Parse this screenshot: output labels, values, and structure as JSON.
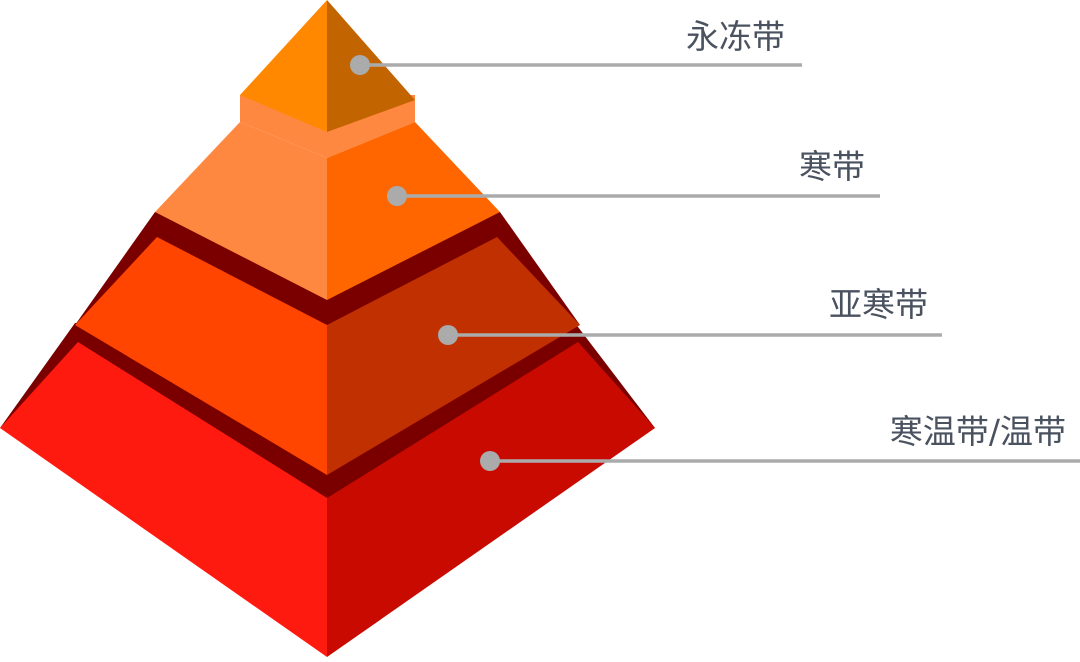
{
  "diagram": {
    "type": "layered-pyramid",
    "layers": [
      {
        "label": "永冻带",
        "colors": {
          "front_left": "#FF8800",
          "front_right": "#C26400",
          "top": "#FF9A1E",
          "ledge": "#C26400"
        }
      },
      {
        "label": "寒带",
        "colors": {
          "front_left": "#FF8840",
          "front_right": "#FF6600",
          "top": "#FF8840",
          "ledge": "#7A2200"
        }
      },
      {
        "label": "亚寒带",
        "colors": {
          "front_left": "#FF4500",
          "front_right": "#C03000",
          "top": "#FF4500",
          "ledge": "#7A0000"
        }
      },
      {
        "label": "寒温带/温带",
        "colors": {
          "front_left": "#FF1A10",
          "front_right": "#C80A00",
          "top": "#FF1A10",
          "ledge": "#7A0000"
        }
      }
    ],
    "connector_color": "#ABABAB",
    "label_color": "#4A5260"
  }
}
